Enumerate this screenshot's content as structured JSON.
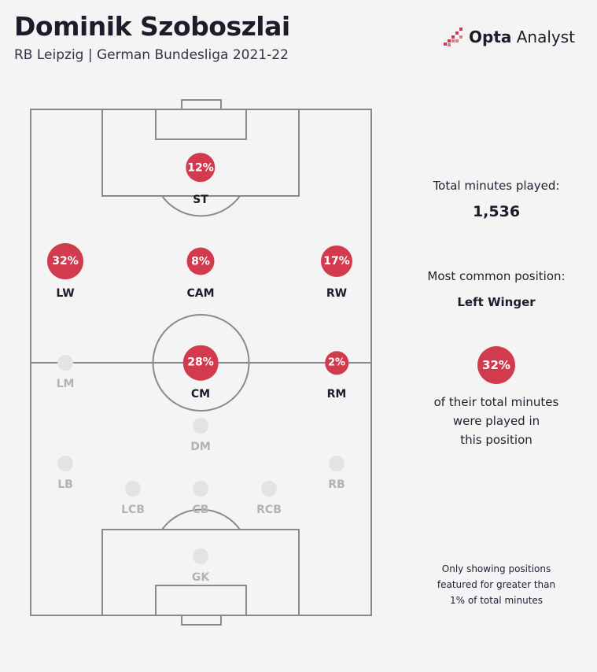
{
  "header": {
    "title": "Dominik Szoboszlai",
    "subtitle": "RB Leipzig | German Bundesliga 2021-22",
    "brand_bold": "Opta",
    "brand_light": "Analyst"
  },
  "positions": [
    {
      "code": "ST",
      "pct_label": "12%",
      "pct": 12,
      "active": true
    },
    {
      "code": "LW",
      "pct_label": "32%",
      "pct": 32,
      "active": true
    },
    {
      "code": "CAM",
      "pct_label": "8%",
      "pct": 8,
      "active": true
    },
    {
      "code": "RW",
      "pct_label": "17%",
      "pct": 17,
      "active": true
    },
    {
      "code": "LM",
      "pct_label": "",
      "pct": 0,
      "active": false
    },
    {
      "code": "CM",
      "pct_label": "28%",
      "pct": 28,
      "active": true
    },
    {
      "code": "RM",
      "pct_label": "2%",
      "pct": 2,
      "active": true
    },
    {
      "code": "DM",
      "pct_label": "",
      "pct": 0,
      "active": false
    },
    {
      "code": "LB",
      "pct_label": "",
      "pct": 0,
      "active": false
    },
    {
      "code": "RB",
      "pct_label": "",
      "pct": 0,
      "active": false
    },
    {
      "code": "LCB",
      "pct_label": "",
      "pct": 0,
      "active": false
    },
    {
      "code": "CB",
      "pct_label": "",
      "pct": 0,
      "active": false
    },
    {
      "code": "RCB",
      "pct_label": "",
      "pct": 0,
      "active": false
    },
    {
      "code": "GK",
      "pct_label": "",
      "pct": 0,
      "active": false
    }
  ],
  "sidebar": {
    "minutes_label": "Total minutes played:",
    "minutes_value": "1,536",
    "common_label": "Most common position:",
    "common_value": "Left Winger",
    "common_pct": "32%",
    "desc_line1": "of their total minutes",
    "desc_line2": "were played in",
    "desc_line3": "this position",
    "note_line1": "Only showing positions",
    "note_line2": "featured for greater than",
    "note_line3": "1% of total minutes"
  },
  "colors": {
    "accent": "#d23a4e",
    "inactive": "#e3e3e3",
    "pitch_line": "#8a8a8a"
  }
}
